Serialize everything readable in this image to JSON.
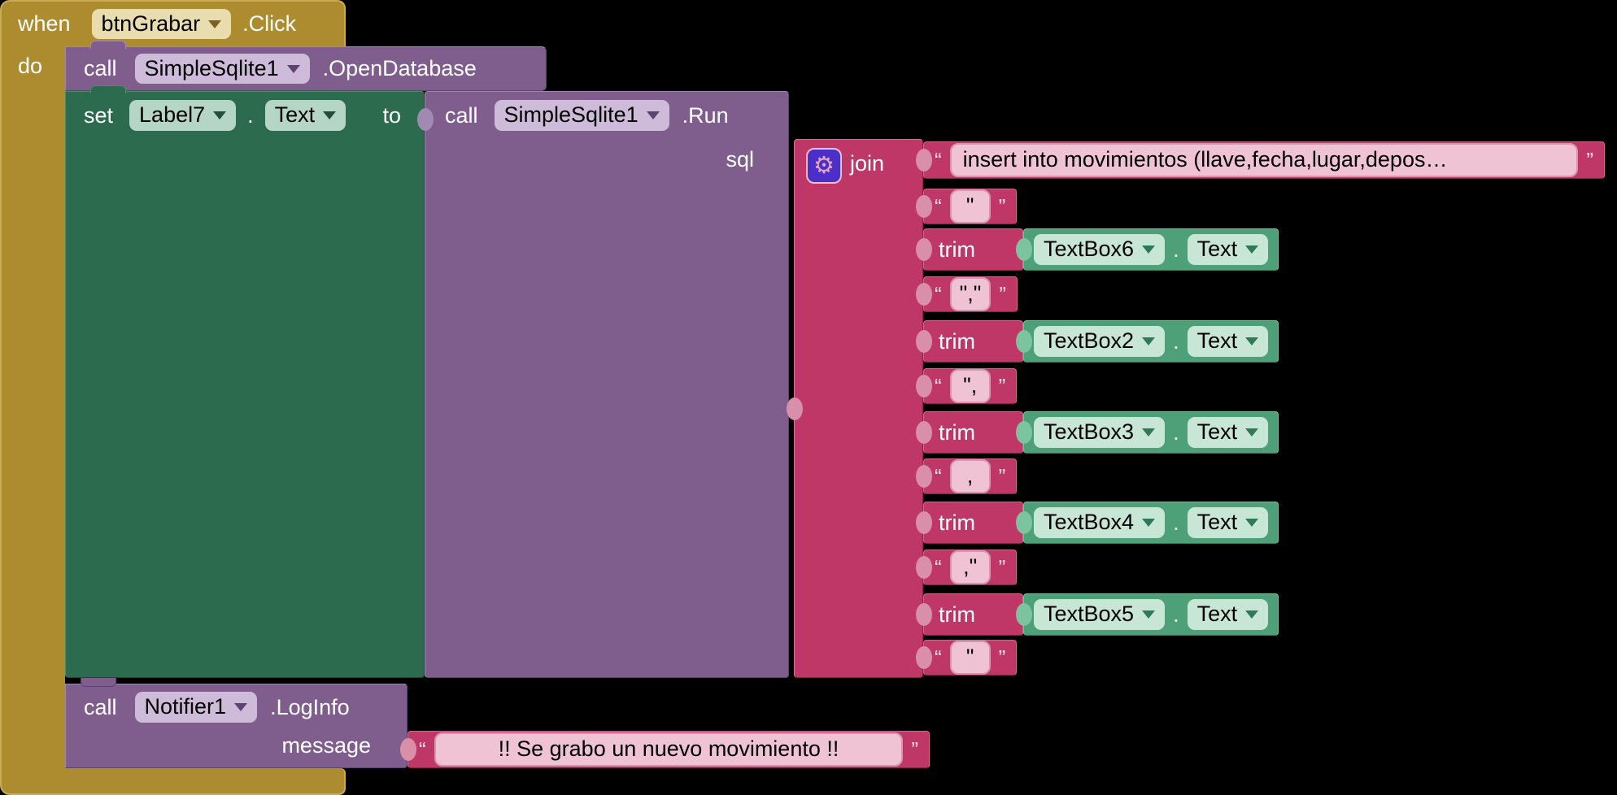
{
  "when_block": {
    "keyword": "when",
    "component": "btnGrabar",
    "event": ".Click",
    "do_label": "do"
  },
  "open_database_block": {
    "keyword": "call",
    "component": "SimpleSqlite1",
    "method": ".OpenDatabase"
  },
  "set_block": {
    "keyword": "set",
    "component": "Label7",
    "dot": ".",
    "property": "Text",
    "to_label": "to"
  },
  "run_block": {
    "keyword": "call",
    "component": "SimpleSqlite1",
    "method": ".Run",
    "param_label": "sql"
  },
  "join_block": {
    "label": "join",
    "gear_icon": "mutator-gear"
  },
  "quotes": {
    "open": "“",
    "close": "”"
  },
  "join_items": [
    {
      "type": "text",
      "value": "insert into movimientos (llave,fecha,lugar,depos…"
    },
    {
      "type": "text",
      "value": "\""
    },
    {
      "type": "component_getter",
      "label": "trim",
      "component": "TextBox6",
      "dot": ".",
      "property": "Text"
    },
    {
      "type": "text",
      "value": "\",\""
    },
    {
      "type": "component_getter",
      "label": "trim",
      "component": "TextBox2",
      "dot": ".",
      "property": "Text"
    },
    {
      "type": "text",
      "value": "\","
    },
    {
      "type": "component_getter",
      "label": "trim",
      "component": "TextBox3",
      "dot": ".",
      "property": "Text"
    },
    {
      "type": "text",
      "value": ","
    },
    {
      "type": "component_getter",
      "label": "trim",
      "component": "TextBox4",
      "dot": ".",
      "property": "Text"
    },
    {
      "type": "text",
      "value": ",\""
    },
    {
      "type": "component_getter",
      "label": "trim",
      "component": "TextBox5",
      "dot": ".",
      "property": "Text"
    },
    {
      "type": "text",
      "value": "\""
    }
  ],
  "notifier_block": {
    "keyword": "call",
    "component": "Notifier1",
    "method": ".LogInfo",
    "param_label": "message",
    "message": "!! Se grabo un nuevo movimiento !!"
  },
  "colors": {
    "event_gold": "#AD8C2F",
    "method_purple": "#7F5E8E",
    "setter_green": "#2D6B4E",
    "getter_teal": "#4EA078",
    "text_crimson": "#BE3767",
    "mutator_indigo": "#4B2FC8",
    "background": "#000000"
  }
}
